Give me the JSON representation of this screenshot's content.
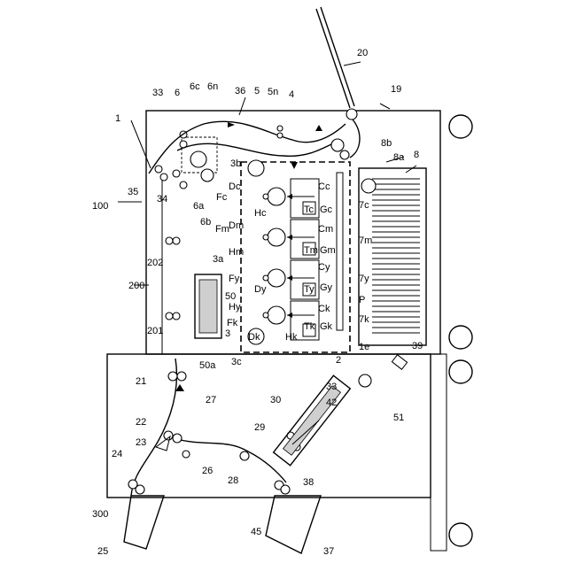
{
  "diagram": {
    "labels": {
      "l100": "100",
      "l1": "1",
      "l19": "19",
      "l20": "20",
      "l36": "36",
      "l33a": "33",
      "l6": "6",
      "l6c": "6c",
      "l6n": "6n",
      "l5": "5",
      "l5n": "5n",
      "l4": "4",
      "l8b": "8b",
      "l8a": "8a",
      "l8": "8",
      "l35": "35",
      "l34": "34",
      "l6a": "6a",
      "l6b": "6b",
      "l3b": "3b",
      "lDc": "Dc",
      "lFc": "Fc",
      "lCc": "Cc",
      "lHc": "Hc",
      "lTc": "Tc",
      "lGc": "Gc",
      "l7c": "7c",
      "lFm": "Fm",
      "lDm": "Dm",
      "lHm": "Hm",
      "lTm": "Tm",
      "lCm": "Cm",
      "lGm": "Gm",
      "l7m": "7m",
      "lFy": "Fy",
      "lDy": "Dy",
      "lHy": "Hy",
      "lTy": "Ty",
      "lCy": "Cy",
      "lGy": "Gy",
      "l7y": "7y",
      "lFk": "Fk",
      "lDk": "Dk",
      "lHk": "Hk",
      "lTk": "Tk",
      "lCk": "Ck",
      "lGk": "Gk",
      "l7k": "7k",
      "lP": "P",
      "l1e": "1e",
      "l2": "2",
      "l3": "3",
      "l3a": "3a",
      "l3c": "3c",
      "l50": "50",
      "l50a": "50a",
      "l200": "200",
      "l201": "201",
      "l202": "202",
      "l21": "21",
      "l27": "27",
      "l22": "22",
      "l23": "23",
      "l24": "24",
      "l26": "26",
      "l28": "28",
      "l29": "29",
      "l30": "30",
      "l33b": "33",
      "l42": "42",
      "l39": "39",
      "l51": "51",
      "l38": "38",
      "l45": "45",
      "l37": "37",
      "l25": "25",
      "l300": "300"
    }
  }
}
